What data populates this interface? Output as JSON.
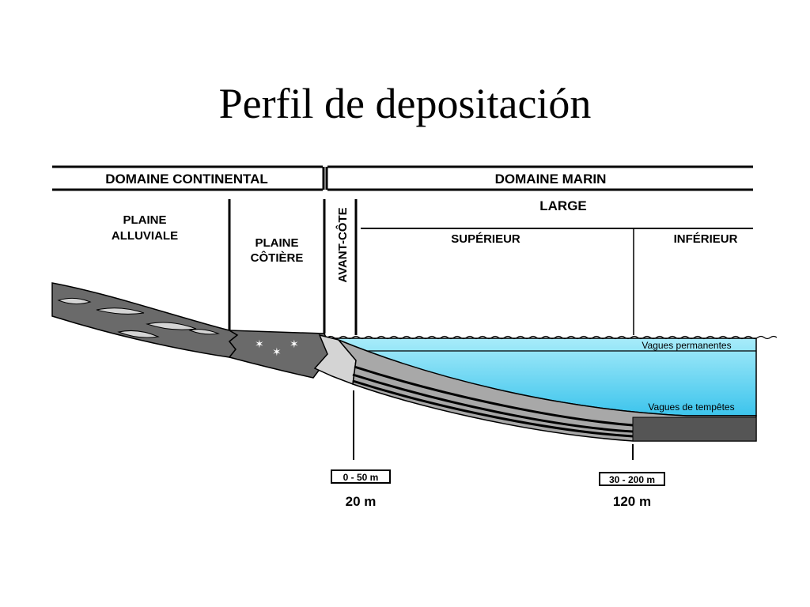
{
  "title": "Perfil de depositación",
  "domains": {
    "continental": "DOMAINE CONTINENTAL",
    "marin": "DOMAINE MARIN"
  },
  "zones": {
    "plaine_alluviale": [
      "PLAINE",
      "ALLUVIALE"
    ],
    "plaine_cotiere": [
      "PLAINE",
      "CÔTIÈRE"
    ],
    "avant_cote": "AVANT-CÔTE",
    "large": "LARGE",
    "superieur": "SUPÉRIEUR",
    "inferieur": "INFÉRIEUR"
  },
  "wave_levels": {
    "permanent": "Vagues permanentes",
    "storm": "Vagues de tempêtes"
  },
  "depths": [
    {
      "range": "0 - 50 m",
      "value": "20 m"
    },
    {
      "range": "30 - 200 m",
      "value": "120 m"
    }
  ],
  "colors": {
    "water": "#7ee0f5",
    "water_deep": "#3cc4ec",
    "sediment_dark": "#6a6a6a",
    "sediment_light": "#a8a8a8",
    "lens": "#d4d4d4"
  }
}
